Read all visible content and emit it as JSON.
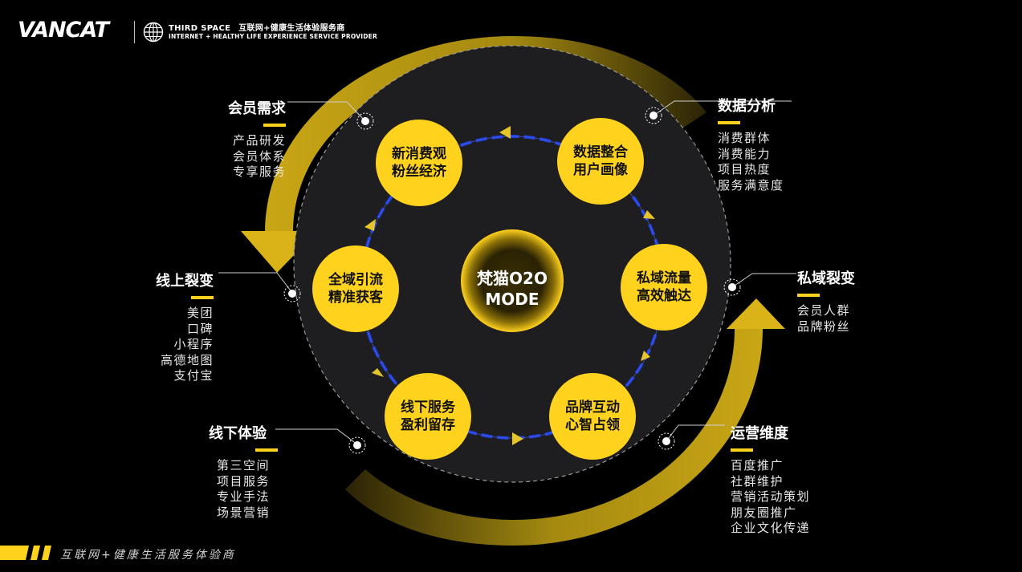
{
  "header": {
    "logo_text": "VANCAT",
    "brand_en": "THIRD SPACE",
    "brand_cn": "互联网+健康生活体验服务商",
    "brand_sub": "INTERNET + HEALTHY LIFE EXPERIENCE SERVICE PROVIDER"
  },
  "center": {
    "line1": "梵猫O2O",
    "line2": "MODE"
  },
  "nodes": [
    {
      "line1": "新消费观",
      "line2": "粉丝经济"
    },
    {
      "line1": "数据整合",
      "line2": "用户画像"
    },
    {
      "line1": "私域流量",
      "line2": "高效触达"
    },
    {
      "line1": "品牌互动",
      "line2": "心智占领"
    },
    {
      "line1": "线下服务",
      "line2": "盈利留存"
    },
    {
      "line1": "全域引流",
      "line2": "精准获客"
    }
  ],
  "categories": {
    "member": {
      "title": "会员需求",
      "items": [
        "产品研发",
        "会员体系",
        "专享服务"
      ]
    },
    "data": {
      "title": "数据分析",
      "items": [
        "消费群体",
        "消费能力",
        "项目热度",
        "服务满意度"
      ]
    },
    "online": {
      "title": "线上裂变",
      "items": [
        "美团",
        "口碑",
        "小程序",
        "高德地图",
        "支付宝"
      ]
    },
    "private": {
      "title": "私域裂变",
      "items": [
        "会员人群",
        "品牌粉丝"
      ]
    },
    "offline": {
      "title": "线下体验",
      "items": [
        "第三空间",
        "项目服务",
        "专业手法",
        "场景营销"
      ]
    },
    "ops": {
      "title": "运营维度",
      "items": [
        "百度推广",
        "社群维护",
        "营销活动策划",
        "朋友圈推广",
        "企业文化传递"
      ]
    }
  },
  "footer": {
    "text": "互联网+健康生活服务体验商"
  },
  "colors": {
    "accent": "#FFD21E",
    "background": "#000000",
    "disc": "#1e1e21",
    "ring": "#2440d8"
  }
}
